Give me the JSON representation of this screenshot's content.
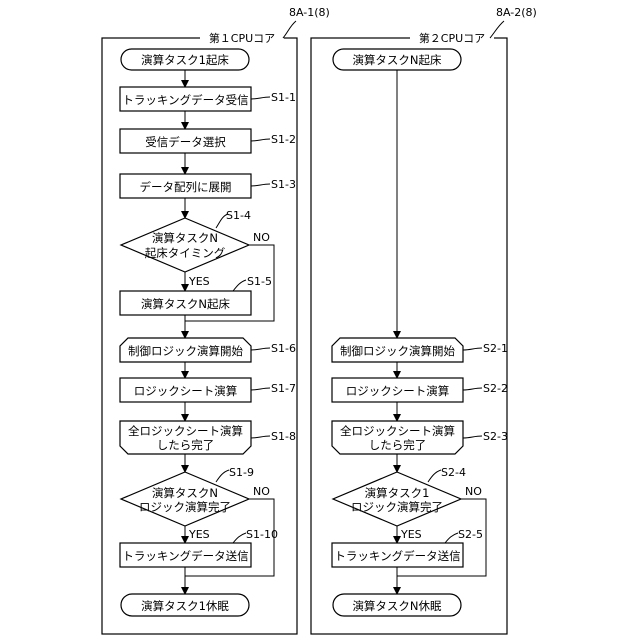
{
  "refs": {
    "core1": "8A-1(8)",
    "core2": "8A-2(8)"
  },
  "cores": {
    "core1": "第１CPUコア",
    "core2": "第２CPUコア"
  },
  "left": {
    "start": "演算タスク1起床",
    "s1_1": "トラッキングデータ受信",
    "s1_2": "受信データ選択",
    "s1_3": "データ配列に展開",
    "s1_4": [
      "演算タスクN",
      "起床タイミング"
    ],
    "s1_5": "演算タスクN起床",
    "s1_6": "制御ロジック演算開始",
    "s1_7": "ロジックシート演算",
    "s1_8": [
      "全ロジックシート演算",
      "したら完了"
    ],
    "s1_9": [
      "演算タスクN",
      "ロジック演算完了"
    ],
    "s1_10": "トラッキングデータ送信",
    "end": "演算タスク1休眠"
  },
  "right": {
    "start": "演算タスクN起床",
    "s2_1": "制御ロジック演算開始",
    "s2_2": "ロジックシート演算",
    "s2_3": [
      "全ロジックシート演算",
      "したら完了"
    ],
    "s2_4": [
      "演算タスク1",
      "ロジック演算完了"
    ],
    "s2_5": "トラッキングデータ送信",
    "end": "演算タスクN休眠"
  },
  "step_labels": {
    "s1_1": "S1-1",
    "s1_2": "S1-2",
    "s1_3": "S1-3",
    "s1_4": "S1-4",
    "s1_5": "S1-5",
    "s1_6": "S1-6",
    "s1_7": "S1-7",
    "s1_8": "S1-8",
    "s1_9": "S1-9",
    "s1_10": "S1-10",
    "s2_1": "S2-1",
    "s2_2": "S2-2",
    "s2_3": "S2-3",
    "s2_4": "S2-4",
    "s2_5": "S2-5"
  },
  "branch": {
    "yes": "YES",
    "no": "NO"
  }
}
